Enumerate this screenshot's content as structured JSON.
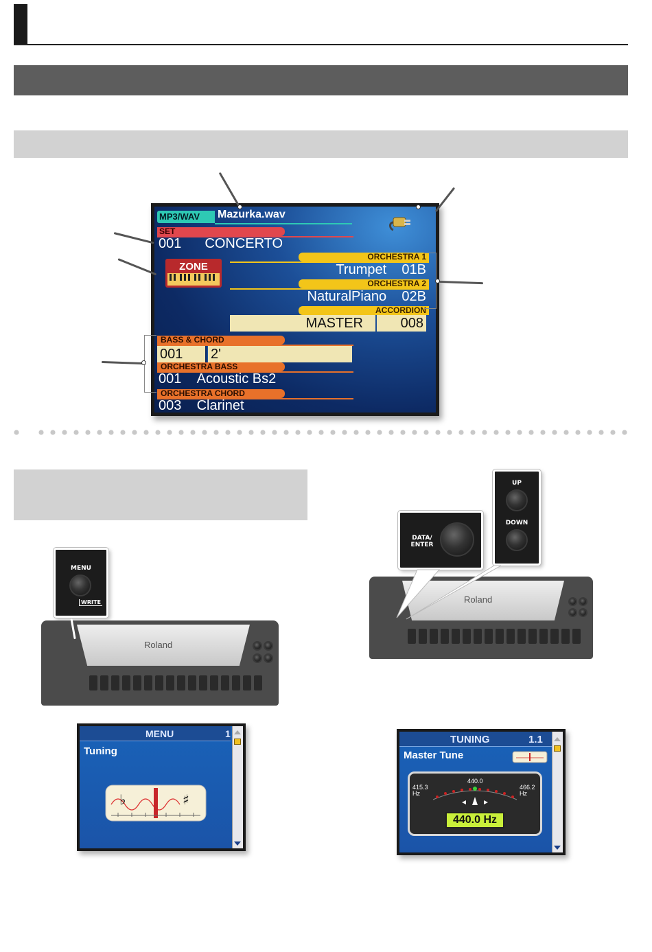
{
  "lcd": {
    "mp3_tag": "MP3/WAV",
    "file_name": "Mazurka.wav",
    "set_label": "SET",
    "set_number": "001",
    "set_name": "CONCERTO",
    "zone_logo": "ZONE",
    "orchestra1_label": "ORCHESTRA 1",
    "orchestra1_name": "Trumpet",
    "orchestra1_code": "01B",
    "orchestra2_label": "ORCHESTRA 2",
    "orchestra2_name": "NaturalPiano",
    "orchestra2_code": "02B",
    "accordion_label": "ACCORDION",
    "accordion_name": "MASTER",
    "accordion_code": "008",
    "bass_chord_label": "BASS & CHORD",
    "bass_chord_number": "001",
    "bass_chord_value": "2'",
    "orch_bass_label": "ORCHESTRA BASS",
    "orch_bass_number": "001",
    "orch_bass_name": "Acoustic Bs2",
    "orch_chord_label": "ORCHESTRA CHORD",
    "orch_chord_number": "003",
    "orch_chord_name": "Clarinet"
  },
  "panels": {
    "menu_label": "MENU",
    "write_label": "WRITE",
    "data_enter_label": "DATA/\nENTER",
    "up_label": "UP",
    "down_label": "DOWN",
    "brand": "Roland"
  },
  "menu_screen": {
    "title": "MENU",
    "page": "1",
    "item": "Tuning"
  },
  "tuning_screen": {
    "title": "TUNING",
    "page": "1.1",
    "item": "Master Tune",
    "left_freq": "415.3",
    "left_unit": "Hz",
    "center_freq": "440.0",
    "right_freq": "466.2",
    "right_unit": "Hz",
    "readout": "440.0 Hz"
  }
}
